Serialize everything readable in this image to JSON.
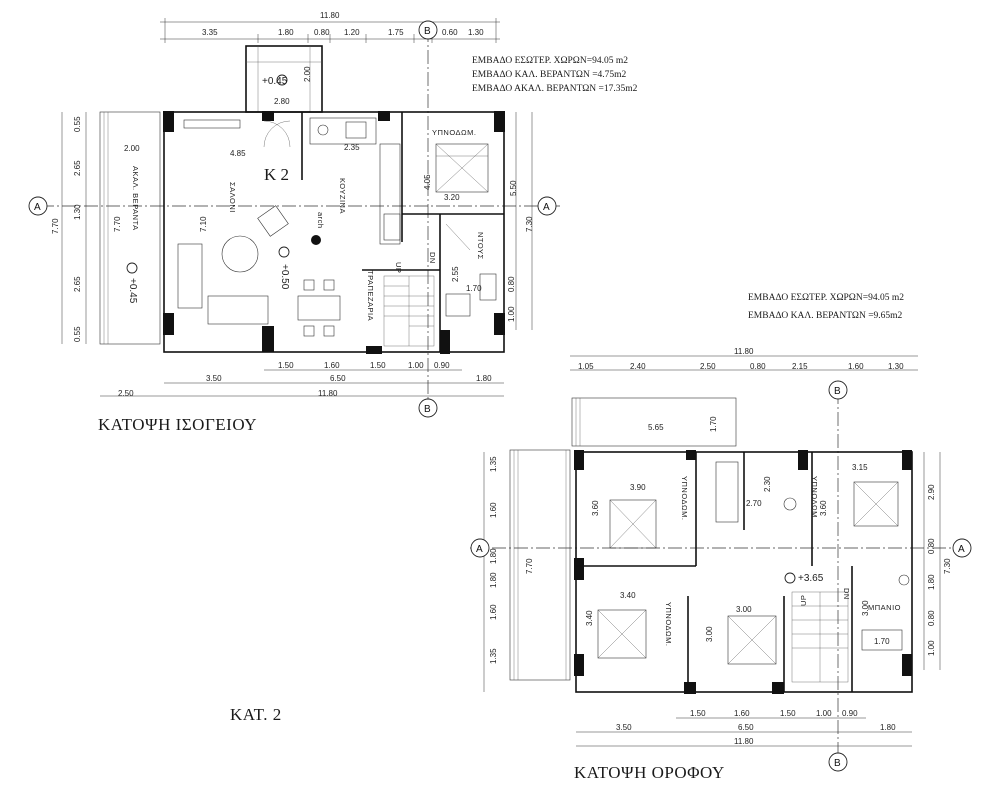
{
  "ground": {
    "title": "ΚΑΤΟΨΗ ΙΣΟΓΕΙΟΥ",
    "areas": [
      "ΕΜΒΑΔΟ ΕΣΩΤΕΡ. ΧΩΡΩΝ=94.05 m2",
      "ΕΜΒΑΔΟ ΚΑΛ. ΒΕΡΑΝΤΩΝ =4.75m2",
      "ΕΜΒΑΔΟ ΑΚΑΛ. ΒΕΡΑΝΤΩΝ =17.35m2"
    ],
    "unit_label": "Κ 2",
    "rooms": {
      "saloni": "ΣΑΛΟΝΙ",
      "kouzina": "ΚΟΥΖΙΝΑ",
      "ypnodom": "ΥΠΝΟΔΩΜ.",
      "trapezaria": "ΤΡΑΠΕΖΑΡΙΑ",
      "ntous": "ΝΤΟΥΣ",
      "akal_veranta": "ΑΚΑΛ. ΒΕΡΑΝΤΑ",
      "arch": "arch",
      "up": "UP",
      "dn": "DN"
    },
    "levels": {
      "entry": "+0.45",
      "floor": "+0.50",
      "veranda": "+0.45"
    },
    "top_dims": {
      "total": "11.80",
      "segments": [
        "3.35",
        "1.80",
        "0.80",
        "1.20",
        "1.75",
        "0.60",
        "1.30"
      ]
    },
    "bottom_dims": {
      "row1": [
        "1.50",
        "1.60",
        "1.50",
        "1.00",
        "0.90"
      ],
      "row2": [
        "3.50",
        "6.50",
        "1.80"
      ],
      "row2_left": "2.50",
      "total": "11.80"
    },
    "left_dims": {
      "row1": [
        "0.55",
        "2.65",
        "1.30",
        "2.65",
        "0.55"
      ],
      "total": "7.70",
      "veranda_width": "2.00",
      "veranda_depth": "7.70"
    },
    "right_dims": {
      "row1": [
        "4.05",
        "2.55",
        "0.80",
        "1.00"
      ],
      "row2": [
        "5.50",
        "7.30"
      ]
    },
    "inner_dims": {
      "porch_w": "2.80",
      "porch_d": "2.00",
      "saloni_w": "4.85",
      "saloni_d": "7.10",
      "kouzina": "2.35",
      "bed_w": "3.20",
      "bath_w": "1.70"
    },
    "axis": {
      "a": "A",
      "b": "B"
    }
  },
  "upper": {
    "title": "ΚΑΤΟΨΗ ΟΡΟΦΟΥ",
    "areas": [
      "ΕΜΒΑΔΟ ΕΣΩΤΕΡ. ΧΩΡΩΝ=94.05 m2",
      "ΕΜΒΑΔΟ ΚΑΛ. ΒΕΡΑΝΤΩΝ =9.65m2"
    ],
    "rooms": {
      "ypnodom": "ΥΠΝΟΔΩΜ.",
      "mpanio": "ΜΠΑΝΙΟ",
      "up": "UP",
      "dn": "DN"
    },
    "level": "+3.65",
    "top_dims": {
      "total": "11.80",
      "segments": [
        "1.05",
        "2.40",
        "2.50",
        "0.80",
        "2.15",
        "1.60",
        "1.30"
      ]
    },
    "bottom_dims": {
      "row1": [
        "1.50",
        "1.60",
        "1.50",
        "1.00",
        "0.90"
      ],
      "row2": [
        "3.50",
        "6.50",
        "1.80"
      ],
      "total": "11.80"
    },
    "left_dims": {
      "row1": [
        "1.35",
        "1.60",
        "1.80",
        "1.80",
        "1.60",
        "1.35"
      ],
      "total": "7.70"
    },
    "right_dims": {
      "row1": [
        "2.90",
        "0.80",
        "1.80",
        "0.80",
        "1.00"
      ],
      "row2": "7.30"
    },
    "inner_dims": {
      "balcony_w": "5.65",
      "balcony_d": "1.70",
      "bed1_w": "3.90",
      "bed1_d": "3.60",
      "bath_w": "2.70",
      "bath_d": "2.30",
      "bed2_w": "3.15",
      "bed2_d": "3.60",
      "bed3_w": "3.40",
      "bed3_d": "3.40",
      "bed4_w": "3.00",
      "bed4_d": "3.00",
      "bath2_w": "1.70",
      "bath2_d": "3.00"
    },
    "axis": {
      "a": "A",
      "b": "B"
    }
  },
  "sheet_label": "ΚΑΤ. 2"
}
